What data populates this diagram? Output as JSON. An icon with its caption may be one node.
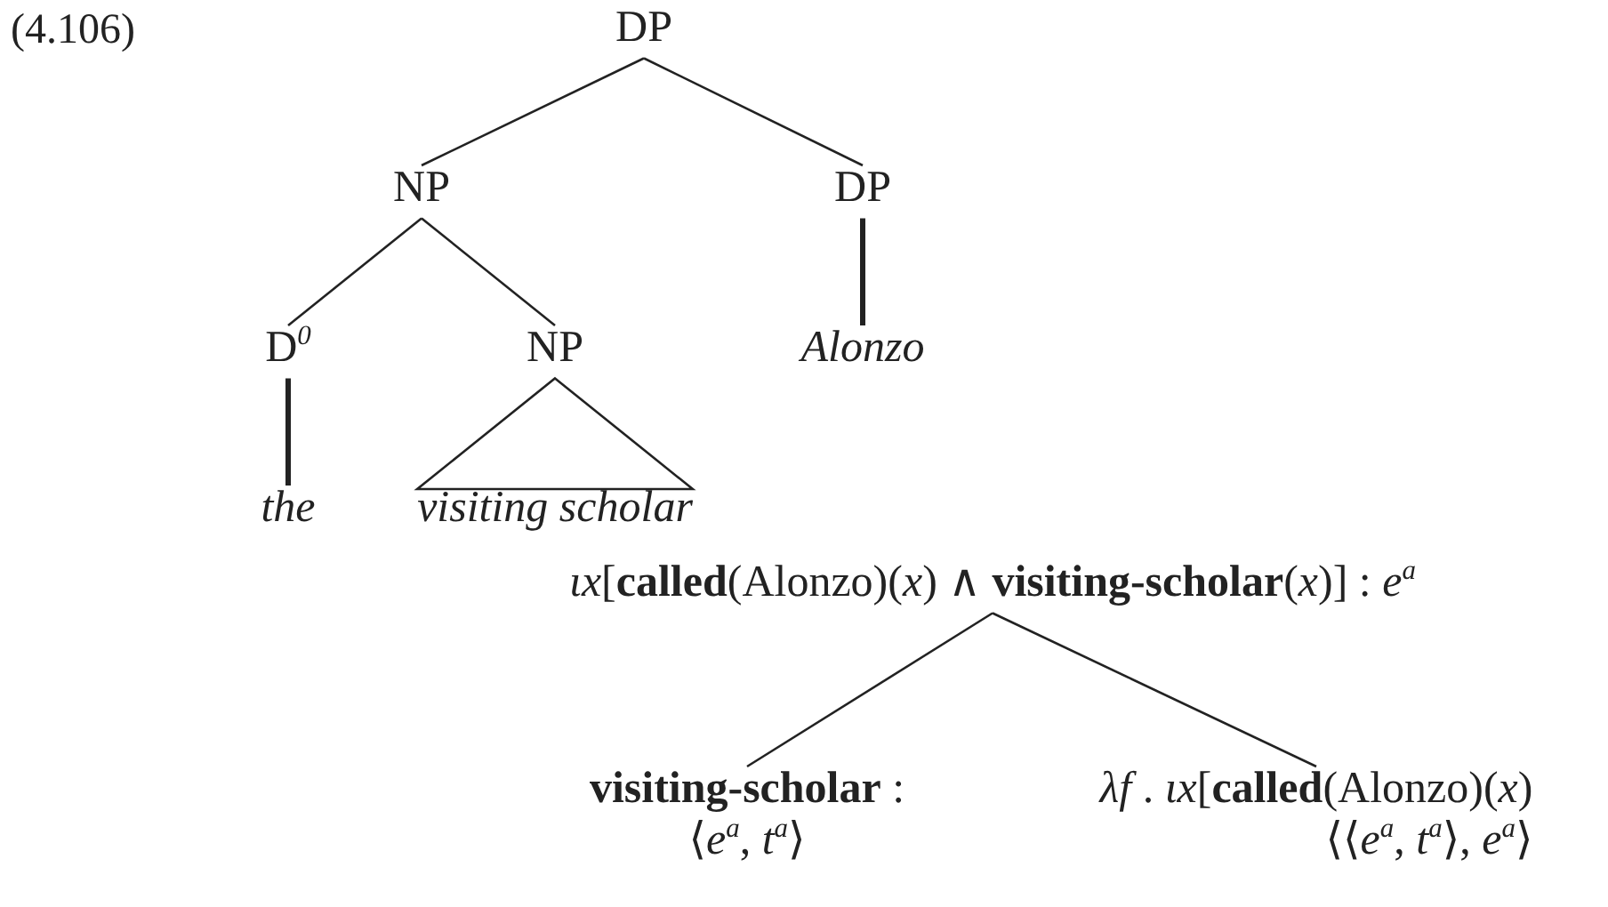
{
  "diagram": {
    "nodes": [
      {
        "text": [
          "DP"
        ]
      },
      {
        "text": [
          "NP"
        ]
      },
      {
        "text": [
          "DP"
        ]
      },
      {
        "text": [
          "D$^{0}$"
        ]
      },
      {
        "text": [
          "NP"
        ]
      },
      {
        "text": [
          "*the*"
        ]
      },
      {
        "text": [
          "*visiting scholar*"
        ]
      },
      {
        "text": [
          "*Alonzo*"
        ]
      },
      {
        "text": [
          "*ιx*[**called**(Alonzo)(*x*) ∧ **visiting-scholar**(*x*)] : *e*$^{a}$"
        ]
      },
      {
        "text": [
          "**visiting-scholar** :",
          "⟨*e*$^{a}$, *t*$^{a}$⟩"
        ]
      },
      {
        "text": [
          "*λf* . *ιx*[**called**(Alonzo)(*x*)",
          "⟨⟨*e*$^{a}$, *t*$^{a}$⟩, *e*$^{a}$⟩"
        ]
      }
    ],
    "edges": [
      {
        "from": 0,
        "to": 1,
        "arrow": "none"
      },
      {
        "from": 0,
        "to": 2,
        "arrow": "none"
      },
      {
        "from": 1,
        "to": 3,
        "arrow": "none"
      },
      {
        "from": 1,
        "to": 4,
        "arrow": "none"
      },
      {
        "from": 2,
        "to": 7,
        "arrow": "none",
        "style": "thick"
      },
      {
        "from": 3,
        "to": 5,
        "arrow": "none",
        "style": "thick"
      },
      {
        "from": 4,
        "to": 6,
        "arrow": "none"
      },
      {
        "from": 8,
        "to": 9,
        "arrow": "none"
      },
      {
        "from": 8,
        "to": 10,
        "arrow": "none"
      }
    ],
    "labels": [
      "(4.106)"
    ]
  }
}
